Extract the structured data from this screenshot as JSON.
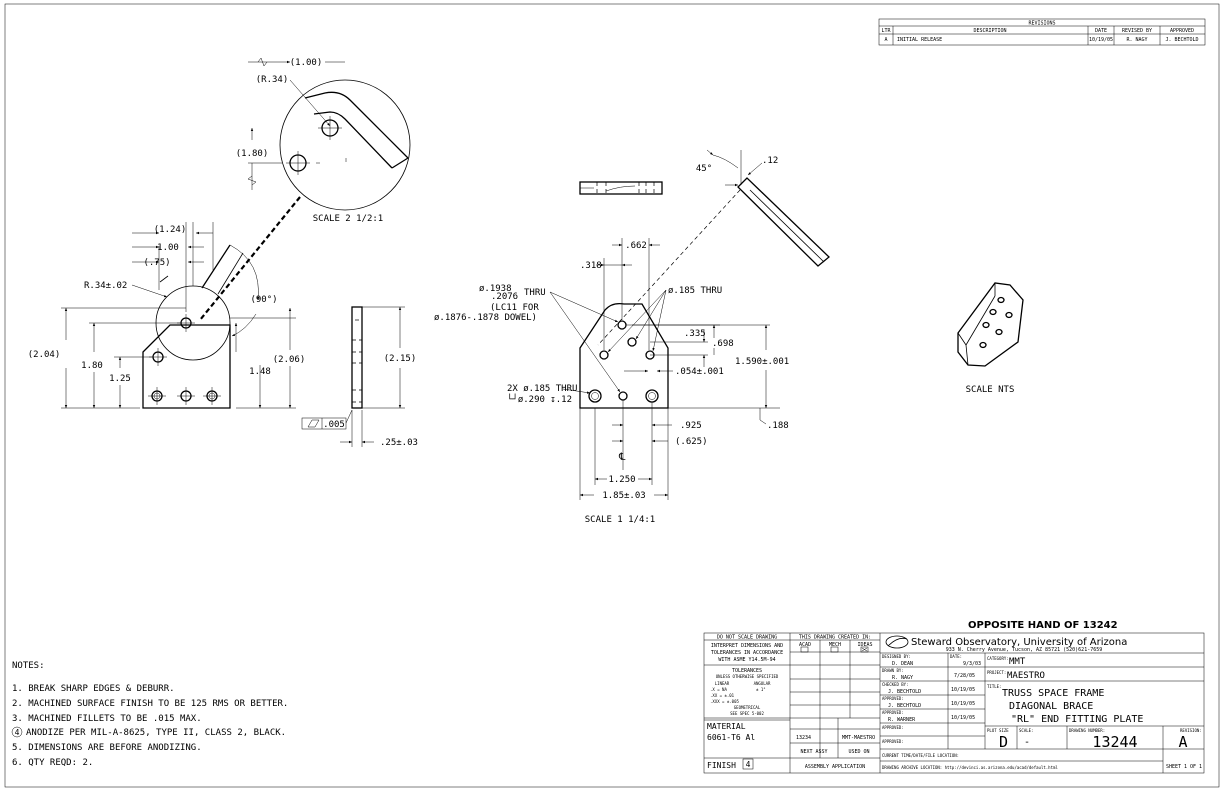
{
  "revisions": {
    "title": "REVISIONS",
    "headers": [
      "LTR",
      "DESCRIPTION",
      "DATE",
      "REVISED BY",
      "APPROVED"
    ],
    "rows": [
      [
        "A",
        "INITIAL RELEASE",
        "10/19/05",
        "R. NAGY",
        "J. BECHTOLD"
      ]
    ]
  },
  "detail_view": {
    "dims": [
      "(1.00)",
      "(R.34)",
      "(1.80)"
    ],
    "scale": "SCALE 2 1/2:1"
  },
  "front_view": {
    "dims": [
      "(1.24)",
      "1.00",
      "(.75)",
      "R.34±.02",
      "(90°)",
      "(2.04)",
      "1.80",
      "1.25",
      "1.48",
      "(2.06)"
    ]
  },
  "side_view": {
    "dims": [
      "(2.15)",
      ".005",
      ".25±.03"
    ]
  },
  "top_view": {},
  "main_view": {
    "dims": [
      ".662",
      ".318",
      "ø.185 THRU",
      ".335",
      ".698",
      "1.590±.001",
      ".054±.001",
      ".925",
      ".188",
      "(.625)",
      "1.250",
      "1.85±.03"
    ],
    "hole_note": [
      "ø.1938",
      ".2076",
      "THRU",
      "(LC11 FOR",
      "ø.1876-.1878 DOWEL)"
    ],
    "thru_note": [
      "2X ø.185 THRU",
      "└┘ø.290 ↧.12"
    ],
    "centerline": "℄",
    "scale": "SCALE 1 1/4:1"
  },
  "edge_view": {
    "dims": [
      "45°",
      ".12"
    ]
  },
  "iso_view": {
    "scale": "SCALE NTS"
  },
  "opposite_hand": "OPPOSITE HAND OF 13242",
  "notes": {
    "heading": "NOTES:",
    "items": [
      "1. BREAK SHARP EDGES & DEBURR.",
      "2. MACHINED SURFACE FINISH TO BE 125 RMS OR BETTER.",
      "3. MACHINED FILLETS TO BE .015 MAX.",
      "ANODIZE PER MIL-A-8625, TYPE II, CLASS 2, BLACK.",
      "5. DIMENSIONS ARE BEFORE ANODIZING.",
      "6. QTY REQD: 2."
    ],
    "flag": "4"
  },
  "title_block": {
    "do_not_scale": "DO NOT SCALE DRAWING",
    "interpret": [
      "INTERPRET DIMENSIONS AND",
      "TOLERANCES IN ACCORDANCE",
      "WITH ASME Y14.5M-94"
    ],
    "tolerances": [
      "TOLERANCES",
      "UNLESS OTHERWISE SPECIFIED",
      "LINEAR",
      "ANGULAR",
      ".X  = NA",
      "± 1°",
      ".XX = ±.01",
      ".XXX = ±.005",
      "GEOMETRICAL",
      "SEE SPEC 5-002"
    ],
    "created_in": "THIS DRAWING CREATED IN:",
    "cad": [
      "ACAD",
      "MECH",
      "IDEAS"
    ],
    "material_label": "MATERIAL",
    "material": "6061-T6 Al",
    "finish_label": "FINISH",
    "finish_flag": "4",
    "assy": [
      "13234",
      "MMT-MAESTRO"
    ],
    "assy_labels": [
      "NEXT ASSY",
      "USED ON"
    ],
    "assembly_application": "ASSEMBLY APPLICATION",
    "org": "Steward Observatory, University of Arizona",
    "address": "933 N. Cherry Avenue, Tucson, AZ  85721   (520)621-7659",
    "designed_label": "DESIGNED BY:",
    "designed_by": "D. DEAN",
    "date_label": "DATE:",
    "designed_date": "9/3/03",
    "drawn_label": "DRAWN BY:",
    "drawn_by": "R. NAGY",
    "drawn_date": "7/28/05",
    "checked_label": "CHECKED BY:",
    "checked_by": "J. BECHTOLD",
    "checked_date": "10/19/05",
    "approved1_label": "APPROVED:",
    "approved1_by": "J. BECHTOLD",
    "approved1_date": "10/19/05",
    "approved2_label": "APPROVED:",
    "approved2_by": "R. WARNER",
    "approved2_date": "10/19/05",
    "approved3_label": "APPROVED:",
    "approved4_label": "APPROVED:",
    "category_label": "CATEGORY:",
    "category": "MMT",
    "project_label": "PROJECT:",
    "project": "MAESTRO",
    "title_label": "TITLE:",
    "title_lines": [
      "TRUSS SPACE FRAME",
      "DIAGONAL BRACE",
      "\"RL\" END FITTING PLATE"
    ],
    "plot_size_label": "PLOT SIZE",
    "plot_size": "D",
    "scale_label": "SCALE:",
    "scale": "-",
    "drawing_number_label": "DRAWING NUMBER:",
    "drawing_number": "13244",
    "revision_label": "REVISION:",
    "revision": "A",
    "current_time_label": "CURRENT TIME/DATE/FILE LOCATION:",
    "archive_label": "DRAWING ARCHIVE LOCATION: http://devinci.as.arizona.edu/acad/default.html",
    "sheet": "SHEET 1 OF 1"
  }
}
